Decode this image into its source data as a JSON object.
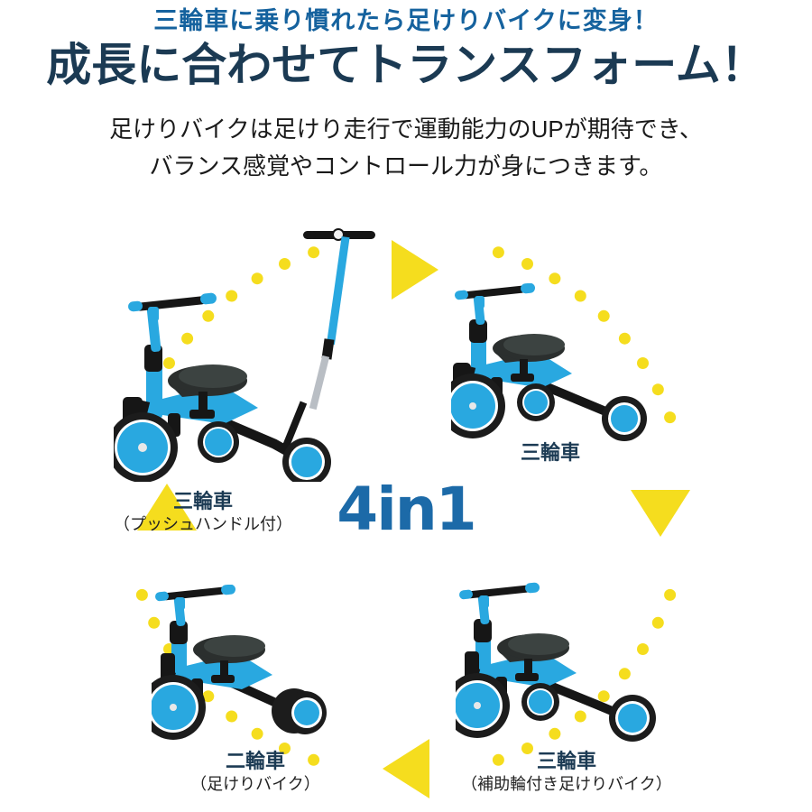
{
  "header": {
    "subhead": "三輪車に乗り慣れたら足けりバイクに変身！",
    "headline": "成長に合わせてトランスフォーム！",
    "lead_line1": "足けりバイクは足けり走行で運動能力のUPが期待でき、",
    "lead_line2": "バランス感覚やコントロール力が身につきます。"
  },
  "diagram": {
    "center_logo": "4in1",
    "items": [
      {
        "id": "trike-push-handle",
        "title": "三輪車",
        "subtitle": "（プッシュハンドル付）"
      },
      {
        "id": "trike",
        "title": "三輪車",
        "subtitle": ""
      },
      {
        "id": "balance-bike",
        "title": "二輪車",
        "subtitle": "（足けりバイク）"
      },
      {
        "id": "trike-training-wheels",
        "title": "三輪車",
        "subtitle": "（補助輪付き足けりバイク）"
      }
    ],
    "arrows": [
      {
        "name": "arrow-top-right",
        "direction": "right"
      },
      {
        "name": "arrow-right-down",
        "direction": "down"
      },
      {
        "name": "arrow-bottom-left",
        "direction": "left"
      },
      {
        "name": "arrow-left-up",
        "direction": "up"
      }
    ],
    "dot_color": "#f5dd1e",
    "dot_count": 56
  },
  "colors": {
    "subhead": "#15629e",
    "headline": "#1b3a53",
    "body": "#1a1a1a",
    "accent_yellow": "#f5dd1e",
    "logo_blue": "#1c6aa8",
    "frame_blue": "#29a8e0",
    "frame_blue_dark": "#1b86c4",
    "tire_black": "#1c1c1c",
    "background": "#ffffff"
  }
}
